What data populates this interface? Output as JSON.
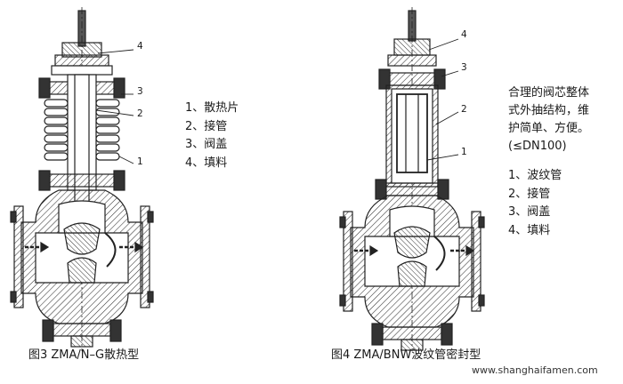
{
  "figure3": {
    "caption": "图3 ZMA/N–G散热型",
    "callouts": [
      "4",
      "3",
      "2",
      "1"
    ],
    "legend": [
      "1、散热片",
      "2、接管",
      "3、阀盖",
      "4、填料"
    ]
  },
  "figure4": {
    "caption": "图4 ZMA/BNW波纹管密封型",
    "callouts": [
      "4",
      "3",
      "2",
      "1"
    ],
    "description": [
      "合理的阀芯整体",
      "式外抽结构，维",
      "护简单、方便。",
      "(≤DN100)"
    ],
    "legend": [
      "1、波纹管",
      "2、接管",
      "3、阀盖",
      "4、填料"
    ]
  },
  "watermark": "www.shanghaifamen.com"
}
